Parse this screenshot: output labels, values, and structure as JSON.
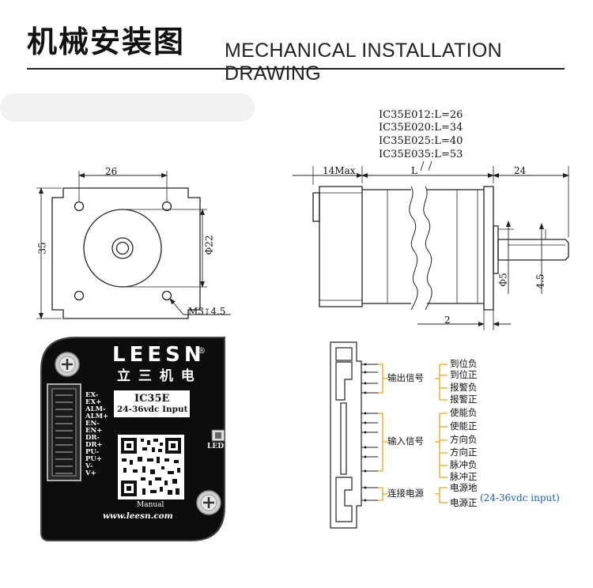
{
  "header": {
    "title_cn": "机械安装图",
    "title_en": "MECHANICAL INSTALLATION DRAWING"
  },
  "front_view": {
    "dim_top": "26",
    "dim_side": "35",
    "dim_diameter": "Φ22",
    "dim_screw": "M3",
    "dim_screw_depth": "4.5"
  },
  "side_view": {
    "models": [
      "IC35E012:L=26",
      "IC35E020:L=34",
      "IC35E025:L=40",
      "IC35E035:L=53"
    ],
    "dim_max": "14Max",
    "dim_length": "L",
    "dim_shaft": "24",
    "dim_shaft_diameter": "Φ5",
    "dim_flat": "4.5",
    "dim_step": "2"
  },
  "board": {
    "brand": "LEESN",
    "brand_mark": "®",
    "brand_cn": "立 三 机 电",
    "model": "IC35E",
    "voltage": "24-36vdc Input",
    "pins": [
      "EX-",
      "EX+",
      "ALM-",
      "ALM+",
      "EN-",
      "EN+",
      "DR-",
      "DR+",
      "PU-",
      "PU+",
      "V-",
      "V+"
    ],
    "led": "LED",
    "manual": "Manual",
    "url": "www.leesn.com"
  },
  "wiring": {
    "groups": [
      "输出信号",
      "输入信号",
      "连接电源"
    ],
    "signals": [
      "到位负",
      "到位正",
      "报警负",
      "报警正",
      "使能负",
      "使能正",
      "方向负",
      "方向正",
      "脉冲负",
      "脉冲正",
      "电源地",
      "电源正"
    ],
    "power_note": "(24-36vdc input)",
    "note_color": "#1f5fa8",
    "bracket_color": "#e8a317"
  }
}
